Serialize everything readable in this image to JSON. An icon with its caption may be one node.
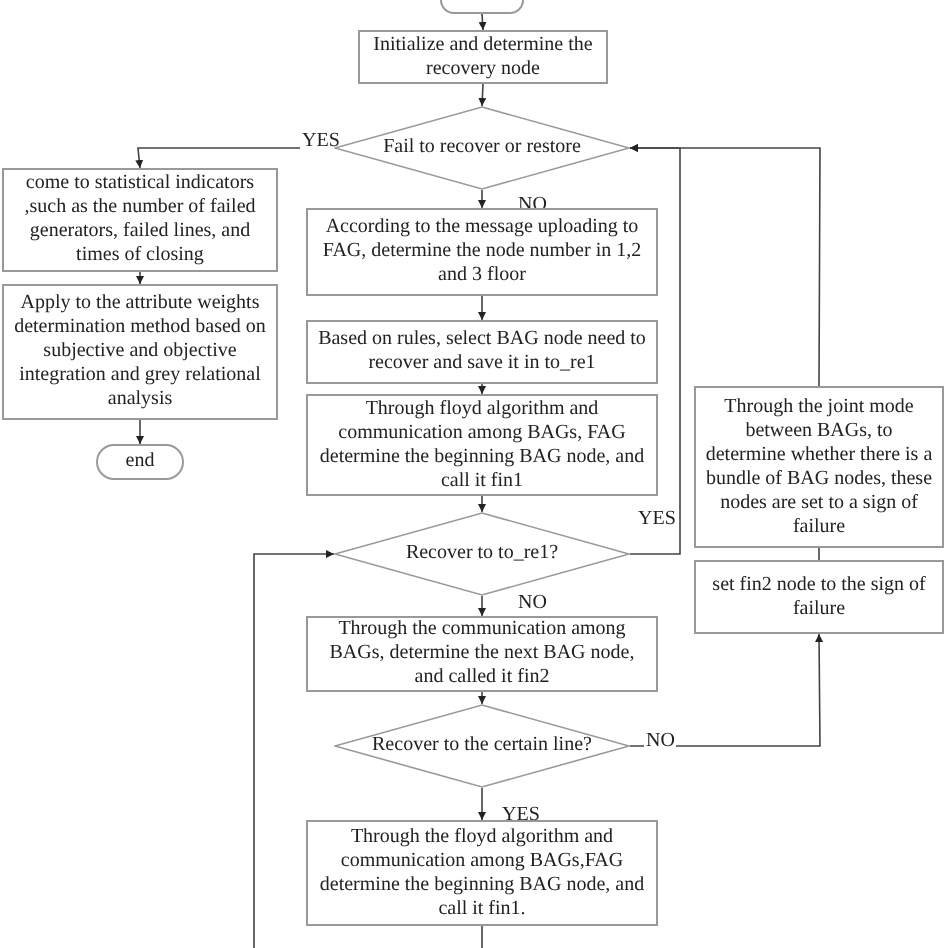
{
  "diagram": {
    "nodes": [
      {
        "text": [],
        "shape": "terminal"
      },
      {
        "text": [
          "Initialize and determine the recovery node"
        ]
      },
      {
        "text": [
          "Fail to recover or restore"
        ]
      },
      {
        "text": [
          "come to statistical indicators ,such as the number of failed generators, failed lines, and times of closing"
        ]
      },
      {
        "text": [
          "Apply to the attribute weights determination method based on subjective and objective integration and grey relational analysis"
        ]
      },
      {
        "text": [
          "end"
        ]
      },
      {
        "text": [
          "According to the message uploading to FAG, determine the node number in 1,2 and 3 floor"
        ]
      },
      {
        "text": [
          "Based on rules, select BAG node need to recover and save it in to_re1"
        ]
      },
      {
        "text": [
          "Through floyd algorithm and communication among BAGs, FAG determine the beginning BAG node, and call it fin1"
        ]
      },
      {
        "text": [
          "Recover to to_re1?"
        ]
      },
      {
        "text": [
          "Through the communication among BAGs, determine the next BAG node, and called it fin2"
        ]
      },
      {
        "text": [
          "Recover to the certain line?"
        ]
      },
      {
        "text": [
          "Through the floyd algorithm and communication among BAGs,FAG determine the beginning BAG node, and call it fin1."
        ]
      },
      {
        "text": [
          "Through the joint mode between BAGs, to determine whether there is a bundle of BAG nodes, these nodes are set to a sign of failure"
        ]
      },
      {
        "text": [
          "set fin2 node to the sign of failure"
        ]
      }
    ],
    "edges": [
      {
        "from": 0,
        "to": 1,
        "arrow": "to"
      },
      {
        "from": 1,
        "to": 2,
        "arrow": "to"
      },
      {
        "from": 2,
        "to": 3,
        "arrow": "to",
        "label": "YES"
      },
      {
        "from": 3,
        "to": 4,
        "arrow": "to"
      },
      {
        "from": 4,
        "to": 5,
        "arrow": "to"
      },
      {
        "from": 2,
        "to": 6,
        "arrow": "to",
        "label": "NO"
      },
      {
        "from": 6,
        "to": 7,
        "arrow": "to"
      },
      {
        "from": 7,
        "to": 8,
        "arrow": "to"
      },
      {
        "from": 8,
        "to": 9,
        "arrow": "to"
      },
      {
        "from": 9,
        "to": 10,
        "arrow": "to",
        "label": "NO"
      },
      {
        "from": 9,
        "to": 2,
        "arrow": "to",
        "label": "YES"
      },
      {
        "from": 10,
        "to": 11,
        "arrow": "to"
      },
      {
        "from": 11,
        "to": 14,
        "arrow": "to",
        "label": "NO"
      },
      {
        "from": 14,
        "to": 13,
        "arrow": "to"
      },
      {
        "from": 13,
        "to": 2,
        "arrow": "to"
      },
      {
        "from": 11,
        "to": 12,
        "arrow": "to",
        "label": "YES"
      },
      {
        "from": 12,
        "to": null,
        "arrow": "none"
      },
      {
        "from": null,
        "to": 9,
        "arrow": "to"
      }
    ]
  }
}
